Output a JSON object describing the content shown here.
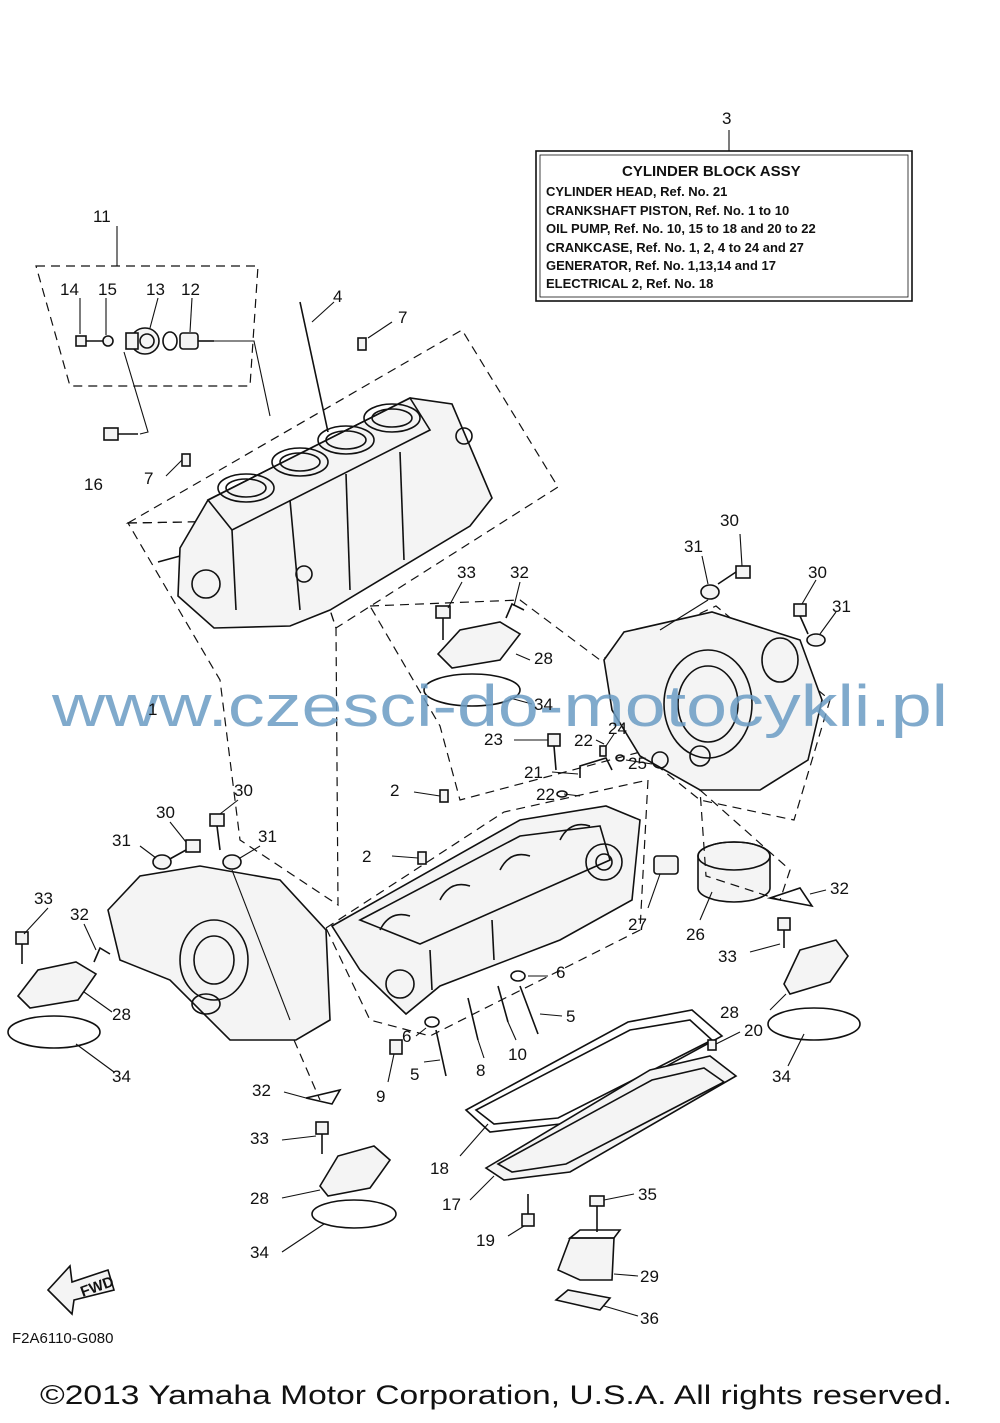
{
  "diagram": {
    "info_box": {
      "ref_number": "3",
      "title": "CYLINDER BLOCK ASSY",
      "lines": [
        "CYLINDER HEAD, Ref. No. 21",
        "CRANKSHAFT PISTON, Ref. No. 1 to 10",
        "OIL PUMP,  Ref. No. 10, 15 to 18  and 20 to 22",
        "CRANKCASE, Ref. No. 1, 2, 4 to 24 and 27",
        "GENERATOR, Ref. No. 1,13,14 and 17",
        "ELECTRICAL 2, Ref. No. 18"
      ]
    },
    "watermark": "www.czesci-do-motocykli.pl",
    "fwd_label": "FWD",
    "drawing_code": "F2A6110-G080",
    "copyright": "©2013 Yamaha Motor Corporation, U.S.A. All rights reserved.",
    "callouts": [
      "11",
      "14",
      "15",
      "13",
      "12",
      "4",
      "7",
      "16",
      "7",
      "1",
      "33",
      "32",
      "28",
      "34",
      "23",
      "24",
      "22",
      "21",
      "25",
      "22",
      "2",
      "2",
      "30",
      "31",
      "30",
      "31",
      "31",
      "30",
      "31",
      "30",
      "33",
      "32",
      "28",
      "34",
      "6",
      "6",
      "5",
      "5",
      "10",
      "8",
      "9",
      "27",
      "26",
      "32",
      "33",
      "28",
      "20",
      "34",
      "18",
      "17",
      "32",
      "33",
      "28",
      "34",
      "19",
      "35",
      "29",
      "36"
    ]
  }
}
